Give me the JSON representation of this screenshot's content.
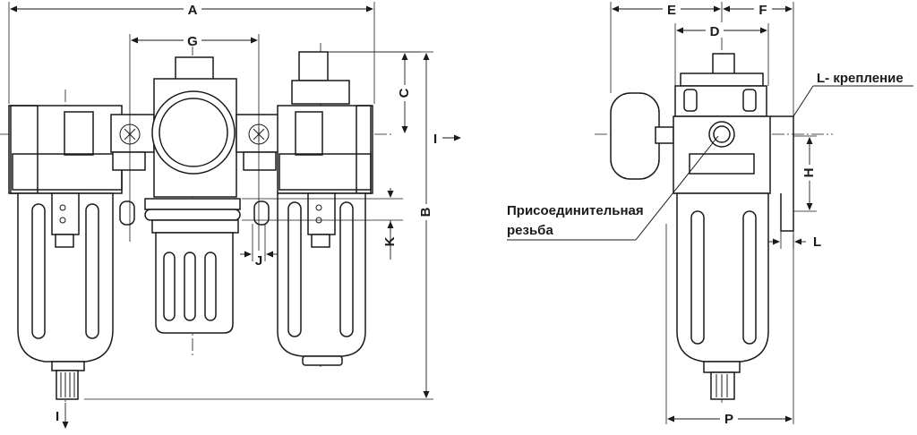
{
  "dimensions": {
    "A": "A",
    "B": "B",
    "C": "C",
    "D": "D",
    "E": "E",
    "F": "F",
    "G": "G",
    "H": "H",
    "J": "J",
    "K": "K",
    "L": "L",
    "P": "P"
  },
  "annotations": {
    "mounting": "L- крепление",
    "connection_line1": "Присоединительная",
    "connection_line2": "резьба"
  },
  "flow_arrow": "I",
  "drain_arrow": "I"
}
